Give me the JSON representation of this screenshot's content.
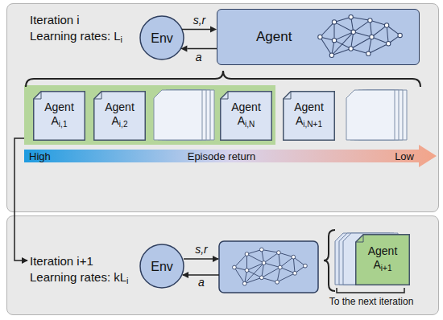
{
  "diagram": {
    "nodes": [
      {
        "text": [
          "Iteration i",
          "Learning rates: L",
          "i"
        ]
      },
      {
        "text": [
          "Env"
        ],
        "in": 0
      },
      {
        "text": [
          "Agent"
        ],
        "in": 0
      },
      {
        "text": [
          "Agent",
          "A",
          "i,1"
        ],
        "in": 0
      },
      {
        "text": [
          "Agent",
          "A",
          "i,2"
        ],
        "in": 0
      },
      {
        "text": [
          "Agent",
          "A",
          "i,N"
        ],
        "in": 0
      },
      {
        "text": [
          "Agent",
          "A",
          "i,N+1"
        ],
        "in": 0
      },
      {
        "text": [
          "Iteration i+1",
          "Learning rates: kL",
          "i"
        ]
      },
      {
        "text": [
          "Env"
        ],
        "in": 7
      },
      {
        "text": [
          "Agent",
          "A",
          "i+1"
        ],
        "in": 7
      }
    ],
    "edges": [
      {
        "from": 1,
        "to": 2,
        "arrow": "to",
        "label": "s,r"
      },
      {
        "from": 2,
        "to": 1,
        "arrow": "to",
        "label": "a"
      }
    ],
    "labels": [
      "High",
      "Episode return",
      "Low",
      "s,r",
      "a",
      "To the next iteration"
    ]
  }
}
